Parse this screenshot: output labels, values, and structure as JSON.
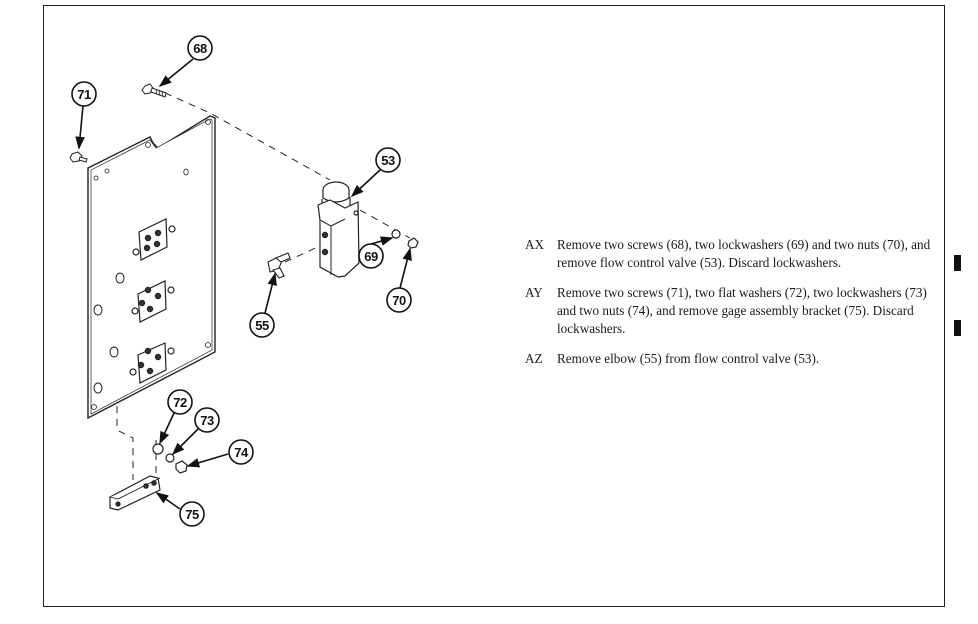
{
  "document": {
    "steps": [
      {
        "letter": "AX",
        "text": "Remove two screws (68), two lockwashers (69) and two nuts (70), and remove flow control valve (53). Discard lockwashers."
      },
      {
        "letter": "AY",
        "text": "Remove two screws (71), two flat washers (72), two lockwashers (73) and two nuts (74), and remove gage assembly bracket (75). Discard lockwashers."
      },
      {
        "letter": "AZ",
        "text": "Remove elbow (55) from flow control valve (53)."
      }
    ],
    "callouts": {
      "c68": "68",
      "c71": "71",
      "c53": "53",
      "c69": "69",
      "c70": "70",
      "c55": "55",
      "c72": "72",
      "c73": "73",
      "c74": "74",
      "c75": "75"
    },
    "change_bars": [
      "AX",
      "AY"
    ]
  }
}
